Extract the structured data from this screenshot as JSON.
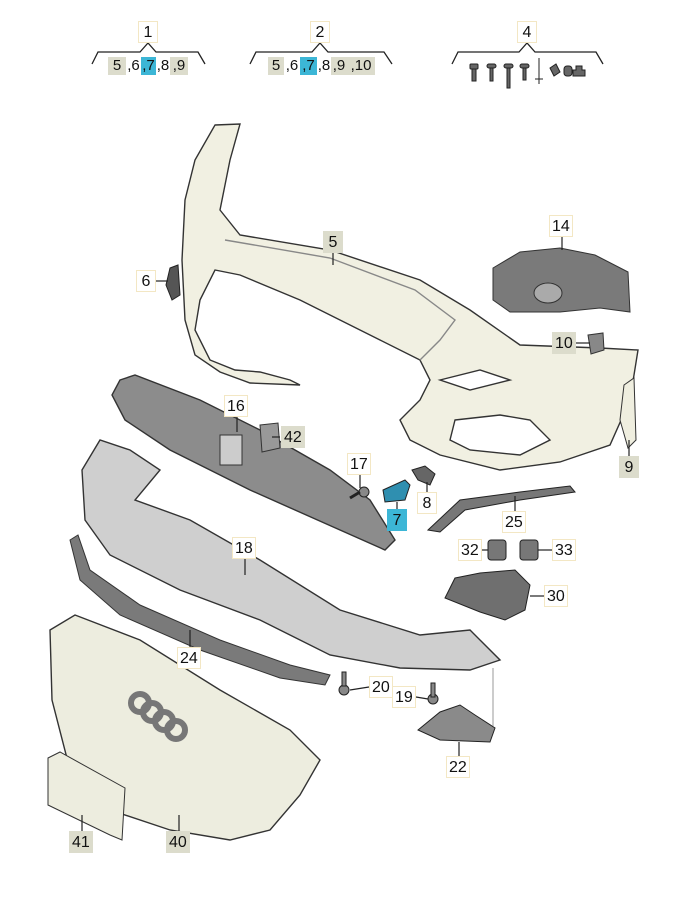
{
  "header_groups": [
    {
      "number": "1",
      "refs": [
        {
          "text": "5",
          "style": "g"
        },
        {
          "text": ",6",
          "style": "w"
        },
        {
          "text": ",7",
          "style": "b"
        },
        {
          "text": ",8",
          "style": "w"
        },
        {
          "text": ",9",
          "style": "g"
        }
      ]
    },
    {
      "number": "2",
      "refs": [
        {
          "text": "5",
          "style": "g"
        },
        {
          "text": ",6",
          "style": "w"
        },
        {
          "text": ",7",
          "style": "b"
        },
        {
          "text": ",8",
          "style": "w"
        },
        {
          "text": ",9",
          "style": "g"
        },
        {
          "text": ",10",
          "style": "g"
        }
      ]
    },
    {
      "number": "4"
    }
  ],
  "callouts": {
    "c5": "5",
    "c6": "6",
    "c14": "14",
    "c10": "10",
    "c9": "9",
    "c16": "16",
    "c42": "42",
    "c17": "17",
    "c8": "8",
    "c7": "7",
    "c25": "25",
    "c32": "32",
    "c33": "33",
    "c30": "30",
    "c18": "18",
    "c24": "24",
    "c20": "20",
    "c19": "19",
    "c22": "22",
    "c41": "41",
    "c40": "40"
  },
  "colors": {
    "highlight": "#3cb6d6",
    "grey_label": "#dcdccc",
    "label_border": "#f3e7c4",
    "bumper": "#f1f0e2"
  }
}
